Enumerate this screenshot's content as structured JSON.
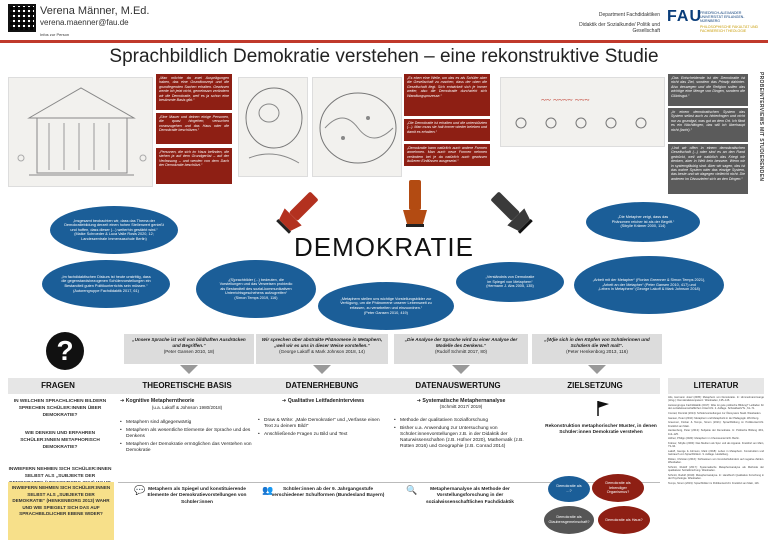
{
  "header": {
    "qr_caption": "Infos zur Person",
    "author_name": "Verena Männer, M.Ed.",
    "author_email": "verena.maenner@fau.de",
    "dept_line1": "Department Fachdidaktiken",
    "dept_line2": "Didaktik der Sozialkunde/ Politik und Gesellschaft",
    "logo": "FAU",
    "logo_sub": "FRIEDRICH-ALEXANDER UNIVERSITÄT ERLANGEN-NÜRNBERG",
    "logo_sub2": "PHILOSOPHISCHE FAKULTÄT UND FACHBEREICH THEOLOGIE"
  },
  "title": "Sprachbildlich Demokratie verstehen – eine rekonstruktive Studie",
  "vertical_label": "PROBEINTERVIEWS MIT STUDIERENDEN",
  "quotes": {
    "q1": "„Man möchte da zwei Ausprägungen haben, das eine Grundkonzept und die grundlegenden Sachen erhalten. Gewissen werde ich jetzt nicht, gemeinsam verändern wir die Demokratie, weil es ja schon eine bestimmte Basis gibt.“",
    "q2": "„Eine Mauer und deinen einige Personen, die quasi hingehen, versuchen voranzugehen und das Haus oder die Demokratie beschützen.“",
    "q3": "„Personen, die sich im Haus befinden, die stehen ja auf dem Grundgerüst – auf der Verfassung – und werden von dem Dach der Demokratie beschützt.“",
    "q4": "„Es eben eine Welle, um das es als Schüler aber die Gesellschaft zu machen, dass der oben die Gesellschaft liegt. Sich entwickelt sich je immer weiter, also die Demokratie durchzieht sich Wandlungsprozesse.“",
    "q5": "„Die Demokratie ist erhalten und die unterstützten (...). Man muss sie halt immer wieder beleben und damit es erhalten.“",
    "q6": "„Demokratie kann natürlich auch andere Formen annehmen. Man auch neue Formen nehmen verändern bei je da natürlich auch gewissen äußeren Einflüssen ausgesetzt.“",
    "q7": "„Das Entscheidende ist der Demokratie ist nicht das Ziel, sondern das Prinzip dahinter. Also deswegen und die Religion sollen das wichtige eine Menge von Dingen, sondern die Glücksgut.“",
    "q8": "„In einem demokratischen System das System selbst auch zu hinterfragen und nicht nur zu grundgut, was gut an dem Ort. Ich fänd es ein Nächtlingen, das will ich überhaupt nicht (lacht).“",
    "q9": "„Und wir offen in einem demokratischen Gesellschaft (...) oder sind es an den Rand gedrückt, weil wir natürlich das Kriegt wir denken, aber in Welt kein bessere. Wenn wir in systemgläubig sind. Aber wir sagen, das ist das wahre System oder das einzige System, das beste und wir dagegen vielleicht nicht. Die anderen im Dissozieiert sich an den Dingen.“"
  },
  "democracy": "DEMOKRATIE",
  "ellipses": {
    "e1": [
      "„Insgesamt beobachten wir, dass das Thema der",
      "Demokratiebildung derzeit einen hohen Stellenwert genießt",
      "und hoffen, dass dieser (...) weiterhin gestärkt wird.“",
      "(Maike Schroeder & Luca Valle Rosis 2020, 12;",
      "Landeszentrale Immensaschule Berlin)"
    ],
    "e2": [
      "„Im fachdidaktischen Diskurs ist heute unstrittig, dass",
      "die gegenstandsbezogenen Schülervorstellungen ein",
      "Bestandteil guten Politikunterrichts sein müssen.“",
      "(Autorengruppe Fachdidaktik 2017, 61)"
    ],
    "e3": [
      "„(S)prachbilder (...) bedeuten, die",
      "Vorstellungen und das Verweisen probiedlo",
      "als Bestandteil des sozial-kommunikativen",
      "Unterrichtsgeschehens aufzugreifen“",
      "(Simon Temps 2019, 116)"
    ],
    "e4": [
      "„Metaphern stellen uns wichtige Vorstellungsbilder zur",
      "Verfügung, um die Phänomene unserer Lebenswelt zu",
      "erfassen, zu verarbeiten und einzuordnen.“",
      "(Peter Gansen 2010, 419)"
    ],
    "e5": [
      "„Verständnis von Demokratie",
      "im Spiegel von Metaphern“",
      "(Hermann J. Abs 2005, 135)"
    ],
    "e6": [
      "„Die Metapher zeigt, dass das",
      "Phänomen reicher ist als der Begriff.“",
      "(Sibylle Krämer 2000, 114)"
    ],
    "e7": [
      "„Arbeit mit der Metapher“ (Florian Greenner & Simon Temps 2021),",
      "„Arbeit an der Metapher“ (Peter Gansen 2010, 417) und",
      "„Leben in Metaphern“ (George Lakoff & Mark Johnson 2018)"
    ]
  },
  "grey_boxes": {
    "g1": {
      "quote": "„Unsere Sprache ist voll von bildhaften Ausdrücken und Begriffen.“",
      "src": "(Peter Gansen 2010, 18)"
    },
    "g2": {
      "quote": "Wir sprechen über abstrakte Phänomene in Metaphern, „weil wir es uns in dieser Weise vorstellen.“",
      "src": "(George Lakoff & Mark Johnson 2018, 14)"
    },
    "g3": {
      "quote": "„Die Analyse der Sprache wird zu einer Analyse der Modelle des Denkens.“",
      "src": "(Rudolf Schmitt 2017, 80)"
    },
    "g4": {
      "quote": "„(W)ie sich in den Köpfen von Schülerinnen und Schülern die Welt malt“.",
      "src": "(Peter Henkenborg 2013, 116)"
    }
  },
  "sections": {
    "s1": "FRAGEN",
    "s2": "THEORETISCHE BASIS",
    "s3": "DATENERHEBUNG",
    "s4": "DATENAUSWERTUNG",
    "s5": "ZIELSETZUNG",
    "s6": "LITERATUR"
  },
  "questions": {
    "fq1": "IN WELCHEN SPRACHLICHEN BILDERN SPRECHEN SCHÜLER:INNEN ÜBER DEMOKRATIE?",
    "fq2": "WIE DENKEN UND ERFAHREN SCHÜLER:INNEN METAPHORISCH DEMOKRATIE?",
    "fq3": "INWIEFERN NEHMEN SICH SCHÜLER:INNEN SELBST ALS „SUBJEKTE DER DEMOKRATIE“ (HENKENBORG 2013) WAHR UND WIE SPIEGELT SICH DAS AUF SPRACHBILDLICHER EBENE WIDER?"
  },
  "theory": {
    "head": "Kognitive Metapherntheorie",
    "sub": "(u.a. Lakoff & Johnson 1980/2018)",
    "items": [
      "Metaphern sind allgegenwärtig",
      "Metaphern als wesentliche Elemente der Sprache und des Denkens",
      "Metaphern der Demokratie ermöglichen das Verstehen von Demokratie"
    ]
  },
  "data_collection": {
    "head": "Qualitative Leitfadeninterviews",
    "items": [
      "Draw & Write: „Male Demokratie!“ und „Verfasse einen Text zu deinem Bild!“",
      "Anschließende Fragen zu Bild und Text"
    ]
  },
  "analysis": {
    "head": "Systematische Metaphernanalyse",
    "sub": "(Schmitt 2017/ 2019)",
    "items": [
      "Methode der qualitativen Sozialforschung",
      "Bisher u.a. Anwendung zur Untersuchung von Schüler:innenvorstellungen z.B. in der Didaktik der Naturwissenschaften (z.B. Hüfner 2020), Mathematik (z.B. Rütten 2016) und Geographie (z.B. Conrad 2014)"
    ]
  },
  "goal": "Rekonstruktion metaphorischer Muster, in denen Schüler:innen Demokratie verstehen",
  "bottom": {
    "bi1": "Metaphern als Spiegel und konstituierende Elemente der Demokratievorstellungen von Schüler:innen",
    "bi2": "Schüler:innen ab der 9. Jahrgangsstufe verschiedener Schulformen (Bundesland Bayern)",
    "bi3": "Metaphernanalyse als Methode der Vorstellungsforschung in der sozialwissenschaftlichen Fachdidaktik"
  },
  "bubbles": {
    "b1": "Demokratie als ...?",
    "b2": "Demokratie als lebendiger Organismus?",
    "b3": "Demokratie als Glaubensgemeinschaft?",
    "b4": "Demokratie als Haus?"
  },
  "literature": [
    "Abs, Hermann Josef (2005): Metaphern von Demokratie. In: Himmelmann/Lange (Hrsg.): Demokratiekompetenz. Wiesbaden, 135–146.",
    "Autorengruppe Fachdidaktik (2017): Was ist gute politische Bildung? Leitfaden für den sozialwissenschaftlichen Unterricht. 2. Auflage. Schwalbach/Ts., 61–71.",
    "Conrad, Dominik (2014): Schülervorstellungen zur Ökosystem Stadt. Wiesbaden.",
    "Gansen, Peter (2010): Metaphern und Metaphorik in der Pädagogik. Würzburg.",
    "Greenner, Florian & Temps, Simon (2021): Sprachbildung im Politikunterricht. Frankfurt am Main.",
    "Henkenborg, Peter (2013): Subjekte der Demokratie. In: Politische Bildung 46/1, 112–125.",
    "Hüfner, Philipp (2020): Metaphern im Chemieunterricht. Berlin.",
    "Krämer, Sibylle (2000): Das Medium als Spur und als Apparat. Frankfurt am Main, 73–94.",
    "Lakoff, George & Johnson, Mark (2018): Leben in Metaphern. Konstruktion und Gebrauch von Sprachbildern. 9. Auflage. Heidelberg.",
    "Rütten, Christian (2016): Sichtweisen von Grundschulkindern auf negative Zahlen. Wiesbaden.",
    "Schmitt, Rudolf (2017): Systematische Metaphernanalyse als Methode der qualitativen Sozialforschung. Wiesbaden.",
    "Schmitt, Rudolf (2019): Metaphernanalyse. In: Handbuch Qualitative Forschung in der Psychologie. Wiesbaden.",
    "Temps, Simon (2019): Sprachbilder im Politikunterricht. Frankfurt am Main, 116."
  ]
}
